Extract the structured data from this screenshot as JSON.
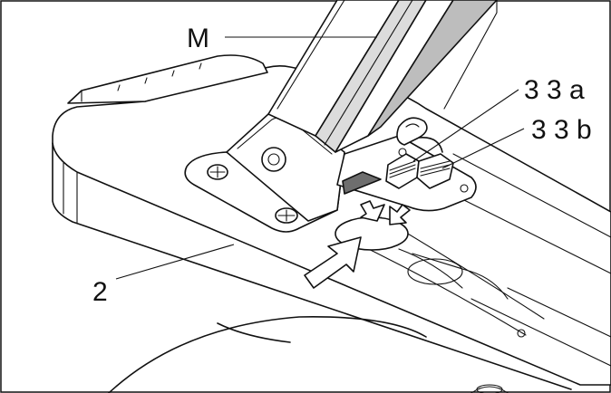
{
  "labels": {
    "m": "M",
    "l33a": "3 3 a",
    "l33b": "3 3 b",
    "l2": "2"
  },
  "icons": [
    "screw-icon",
    "arrow-icon",
    "clip-icon"
  ],
  "colors": {
    "line": "#111111",
    "background": "#ffffff",
    "shade": "#bdbdbd"
  }
}
